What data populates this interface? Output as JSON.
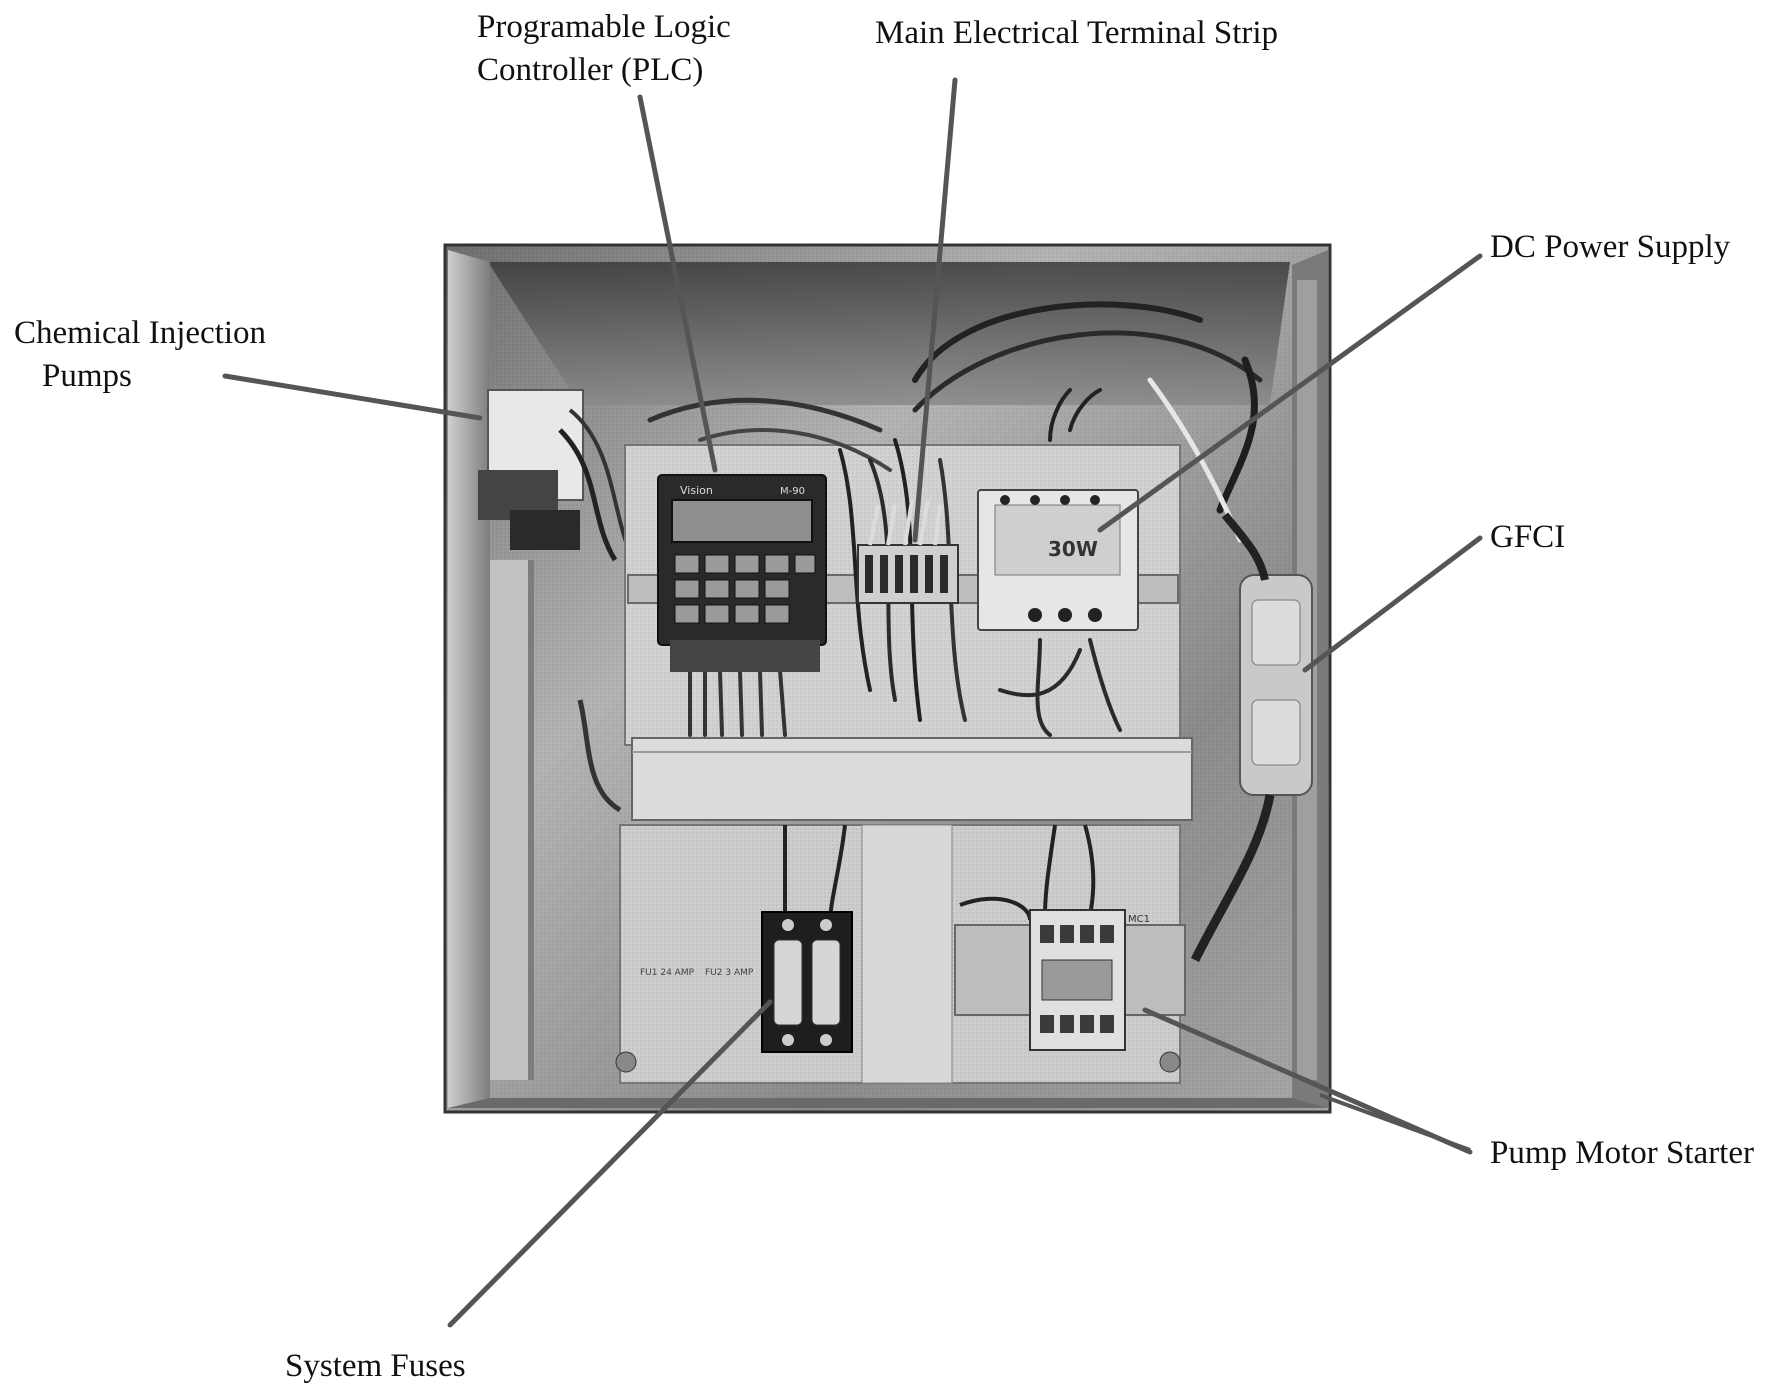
{
  "labels": {
    "plc_line1": "Programable Logic",
    "plc_line2": "Controller (PLC)",
    "terminal_strip": "Main Electrical Terminal Strip",
    "chemical_line1": "Chemical Injection",
    "chemical_line2": "Pumps",
    "dc_power_supply": "DC Power Supply",
    "gfci": "GFCI",
    "pump_motor_starter": "Pump Motor Starter",
    "system_fuses": "System Fuses"
  },
  "device_text": {
    "plc_brand": "Vision",
    "plc_model": "M-90",
    "psu_rating": "30W",
    "starter_tag": "MC1",
    "fuse_tag_1": "FU1  24 AMP",
    "fuse_tag_2": "FU2  3 AMP"
  },
  "colors": {
    "background": "#ffffff",
    "leader_line": "#555555",
    "enclosure": "#9a9a9a",
    "panel": "#d2d2d2",
    "wire": "#2a2a2a"
  }
}
